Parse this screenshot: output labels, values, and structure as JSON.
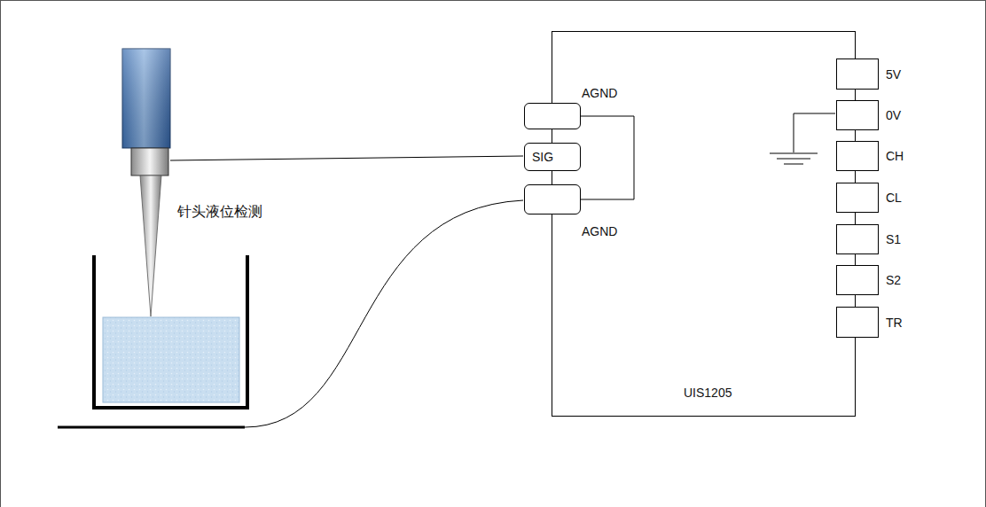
{
  "diagram": {
    "nodes": [
      {
        "text": [
          "UIS1205"
        ]
      },
      {
        "text": [
          "AGND"
        ],
        "in": 0
      },
      {
        "text": [
          "SIG"
        ],
        "in": 0
      },
      {
        "text": [
          "AGND"
        ],
        "in": 0
      },
      {
        "text": [
          "5V"
        ],
        "in": 0
      },
      {
        "text": [
          "0V"
        ],
        "in": 0
      },
      {
        "text": [
          "CH"
        ],
        "in": 0
      },
      {
        "text": [
          "CL"
        ],
        "in": 0
      },
      {
        "text": [
          "S1"
        ],
        "in": 0
      },
      {
        "text": [
          "S2"
        ],
        "in": 0
      },
      {
        "text": [
          "TR"
        ],
        "in": 0
      }
    ],
    "edges": [
      {
        "from": 1,
        "to": 3,
        "arrow": "none"
      }
    ],
    "labels": [
      "针头液位检测"
    ]
  }
}
